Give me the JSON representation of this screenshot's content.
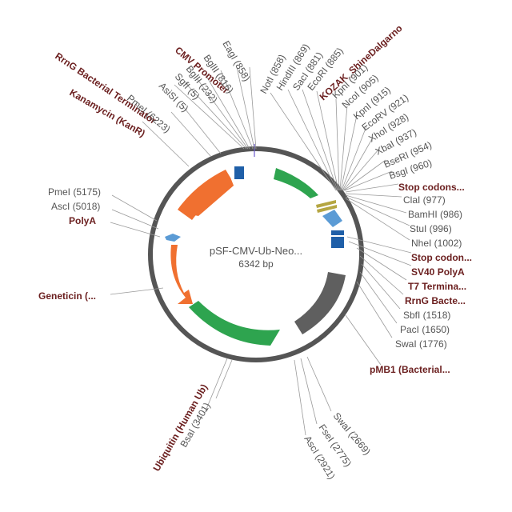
{
  "plasmid": {
    "name": "pSF-CMV-Ub-Neo...",
    "size": "6342 bp"
  },
  "colors": {
    "backbone": "#555555",
    "orange": "#f07030",
    "green": "#2ea44f",
    "blue": "#1f5fa8",
    "lightblue": "#5b9bd5",
    "gray": "#5f5f5f",
    "olive": "#b5a642",
    "feature_text": "#6b1f1f",
    "site_text": "#555555"
  },
  "site_labels": [
    {
      "id": "psp1",
      "text": "PmeI (6223)"
    },
    {
      "id": "asisi",
      "text": "AsiSI (5)"
    },
    {
      "id": "sgfi",
      "text": "SgfI (5)"
    },
    {
      "id": "bglii1",
      "text": "BglII (232)"
    },
    {
      "id": "bglii2",
      "text": "BglII (816)"
    },
    {
      "id": "eagi",
      "text": "EagI (858)"
    },
    {
      "id": "noti",
      "text": "NotI (858)"
    },
    {
      "id": "hindiii",
      "text": "HindIII (869)"
    },
    {
      "id": "saci",
      "text": "SacI (881)"
    },
    {
      "id": "ecori",
      "text": "EcoRI (885)"
    },
    {
      "id": "kpni1",
      "text": "KpnI (901)"
    },
    {
      "id": "ncoi",
      "text": "NcoI (905)"
    },
    {
      "id": "kpni2",
      "text": "KpnI (915)"
    },
    {
      "id": "ecorv",
      "text": "EcoRV (921)"
    },
    {
      "id": "xhoi",
      "text": "XhoI (928)"
    },
    {
      "id": "xbai",
      "text": "XbaI (937)"
    },
    {
      "id": "bseri",
      "text": "BseRI (954)"
    },
    {
      "id": "bsgi",
      "text": "BsgI (960)"
    },
    {
      "id": "clai",
      "text": "ClaI (977)"
    },
    {
      "id": "bamhi",
      "text": "BamHI (986)"
    },
    {
      "id": "stui",
      "text": "StuI (996)"
    },
    {
      "id": "nhei",
      "text": "NheI (1002)"
    },
    {
      "id": "sbfi",
      "text": "SbfI (1518)"
    },
    {
      "id": "paci",
      "text": "PacI (1650)"
    },
    {
      "id": "swai1",
      "text": "SwaI (1776)"
    },
    {
      "id": "swai2",
      "text": "SwaI (2669)"
    },
    {
      "id": "fsei",
      "text": "FseI (2775)"
    },
    {
      "id": "asci1",
      "text": "AscI (2921)"
    },
    {
      "id": "bsai",
      "text": "BsaI (3401)"
    },
    {
      "id": "asci2",
      "text": "AscI (5018)"
    },
    {
      "id": "pmei2",
      "text": "PmeI (5175)"
    }
  ],
  "feature_labels": [
    {
      "id": "rrng1",
      "text": "RrnG Bacterial Terminator"
    },
    {
      "id": "cmv",
      "text": "CMV Promoter"
    },
    {
      "id": "kanr",
      "text": "Kanamycin (KanR)"
    },
    {
      "id": "kozak",
      "text": "KOZAK_ShineDalgarno"
    },
    {
      "id": "stop1",
      "text": "Stop codons..."
    },
    {
      "id": "stop2",
      "text": "Stop codon..."
    },
    {
      "id": "sv40",
      "text": "SV40 PolyA"
    },
    {
      "id": "t7",
      "text": "T7 Termina..."
    },
    {
      "id": "rrng2",
      "text": "RrnG Bacte..."
    },
    {
      "id": "pmb1",
      "text": "pMB1 (Bacterial..."
    },
    {
      "id": "ubiq",
      "text": "Ubiquitin (Human Ub)"
    },
    {
      "id": "genet",
      "text": "Geneticin (..."
    },
    {
      "id": "polya",
      "text": "PolyA"
    }
  ]
}
